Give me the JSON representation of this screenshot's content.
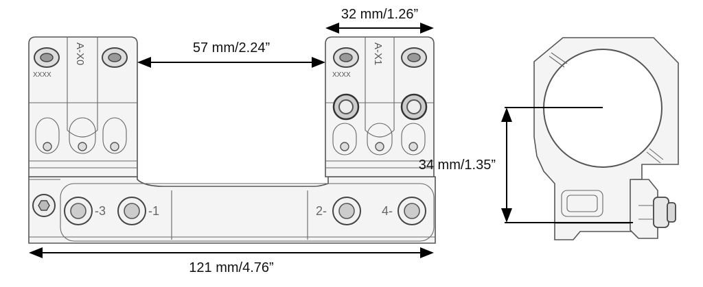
{
  "dimensions": {
    "top_width": "32 mm/1.26”",
    "ring_spacing": "57 mm/2.24”",
    "center_height": "34 mm/1.35”",
    "total_length": "121 mm/4.76”"
  },
  "markings": {
    "front_ring_code": "A-X0",
    "rear_ring_code": "A-X1",
    "front_ring_xxxx": "XXXX",
    "rear_ring_xxxx": "XXXX",
    "slot_minus3": "-3",
    "slot_minus1": "-1",
    "slot_2": "2-",
    "slot_4": "4-"
  }
}
